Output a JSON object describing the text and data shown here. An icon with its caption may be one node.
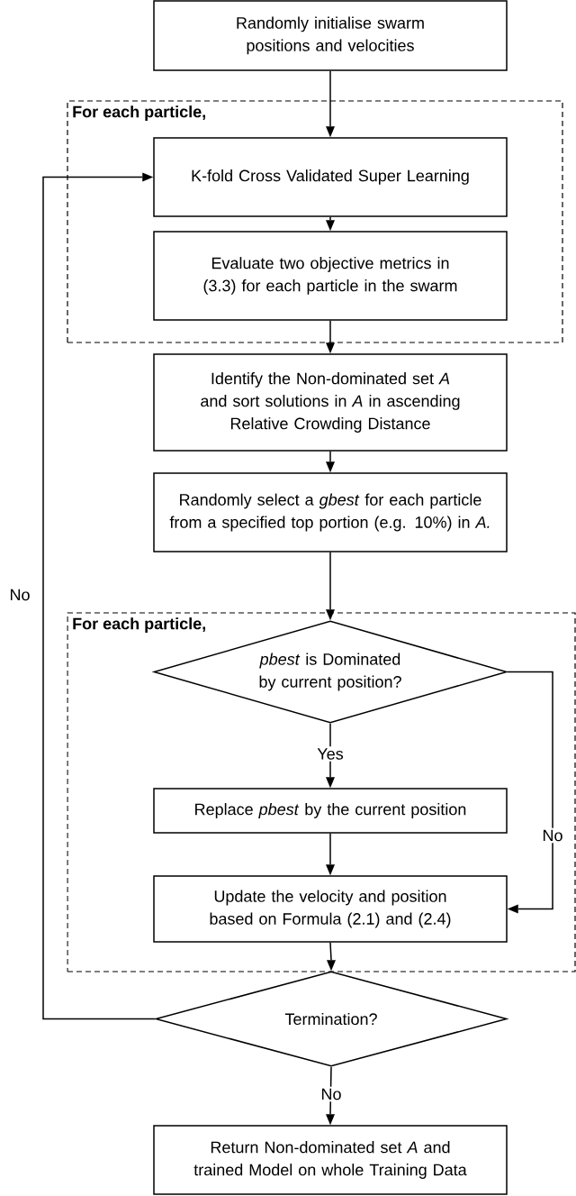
{
  "diagram": {
    "nodes": [
      {
        "text": [
          "Randomly initialise swarm positions and velocities"
        ]
      },
      {
        "text": [
          "For each particle,"
        ]
      },
      {
        "text": [
          "K-fold Cross Validated Super Learning"
        ],
        "in": 1
      },
      {
        "text": [
          "Evaluate two objective metrics in (3.3) for each particle in the swarm"
        ],
        "in": 1
      },
      {
        "text": [
          "Identify the Non-dominated set *A* and sort solutions in *A* in ascending Relative Crowding Distance"
        ]
      },
      {
        "text": [
          "Randomly select a *gbest* for each particle from a specified top portion (e.g. 10%) in *A.*"
        ]
      },
      {
        "text": [
          "For each particle,"
        ]
      },
      {
        "text": [
          "*pbest* is Dominated by current position?"
        ],
        "in": 6
      },
      {
        "text": [
          "Replace *pbest* by the current position"
        ],
        "in": 6
      },
      {
        "text": [
          "Update the velocity and position based on Formula (2.1) and (2.4)"
        ],
        "in": 6
      },
      {
        "text": [
          "Termination?"
        ]
      },
      {
        "text": [
          "Return Non-dominated set *A* and trained Model on whole Training Data"
        ]
      }
    ],
    "edges": [
      {
        "from": 0,
        "to": 2,
        "arrow": "to"
      },
      {
        "from": 2,
        "to": 3,
        "arrow": "to"
      },
      {
        "from": 3,
        "to": 4,
        "arrow": "to"
      },
      {
        "from": 4,
        "to": 5,
        "arrow": "to"
      },
      {
        "from": 5,
        "to": 7,
        "arrow": "to"
      },
      {
        "from": 7,
        "to": 8,
        "arrow": "to",
        "label": "Yes"
      },
      {
        "from": 7,
        "to": 9,
        "arrow": "to",
        "label": "No"
      },
      {
        "from": 8,
        "to": 9,
        "arrow": "to"
      },
      {
        "from": 9,
        "to": 10,
        "arrow": "to"
      },
      {
        "from": 10,
        "to": 11,
        "arrow": "to",
        "label": "No"
      },
      {
        "from": 10,
        "to": 2,
        "arrow": "to",
        "label": "No"
      }
    ]
  }
}
